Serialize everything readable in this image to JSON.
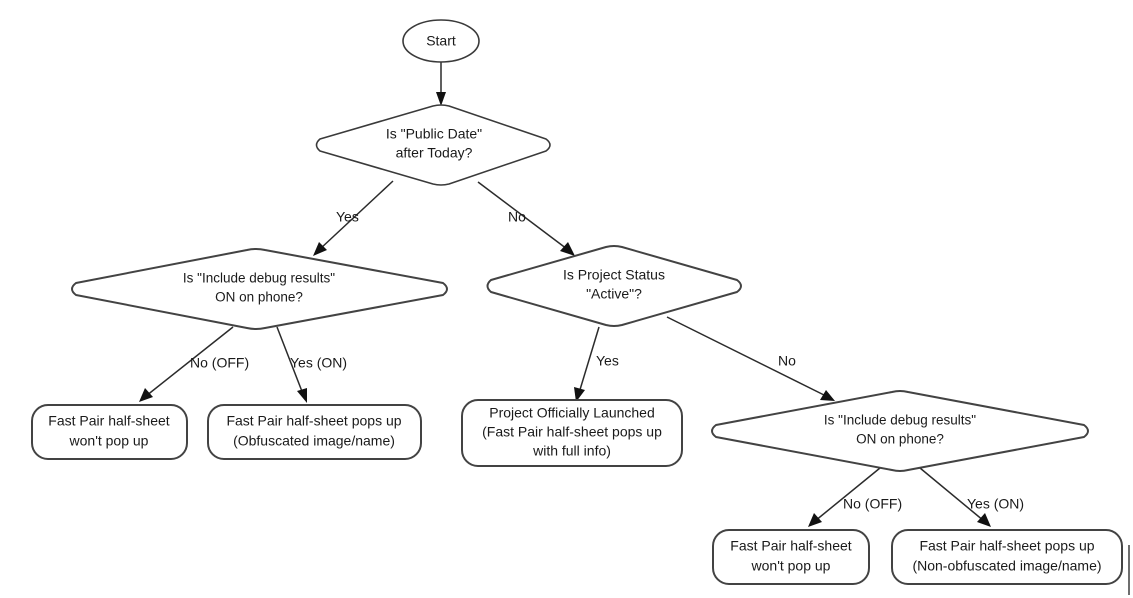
{
  "diagram": {
    "type": "flowchart",
    "title": "Fast Pair half-sheet decision flow",
    "background_color": "#ffffff",
    "stroke_color": "#2b2b2b",
    "text_color": "#1a1a1a"
  },
  "nodes": {
    "start": {
      "shape": "ellipse",
      "label": "Start"
    },
    "public_date": {
      "shape": "diamond",
      "line1": "Is \"Public Date\"",
      "line2": "after Today?"
    },
    "debug_left": {
      "shape": "diamond",
      "line1": "Is \"Include debug results\"",
      "line2": "ON on phone?"
    },
    "project_status": {
      "shape": "diamond",
      "line1": "Is Project Status",
      "line2": "\"Active\"?"
    },
    "debug_right": {
      "shape": "diamond",
      "line1": "Is \"Include debug results\"",
      "line2": "ON on phone?"
    },
    "result_left_off": {
      "shape": "rounded-rect",
      "line1": "Fast Pair half-sheet",
      "line2": "won't pop up"
    },
    "result_left_on": {
      "shape": "rounded-rect",
      "line1": "Fast Pair half-sheet pops up",
      "line2": "(Obfuscated image/name)"
    },
    "result_launched": {
      "shape": "rounded-rect",
      "line1": "Project Officially Launched",
      "line2": "(Fast Pair half-sheet pops up",
      "line3": "with full info)"
    },
    "result_right_off": {
      "shape": "rounded-rect",
      "line1": "Fast Pair half-sheet",
      "line2": "won't pop up"
    },
    "result_right_on": {
      "shape": "rounded-rect",
      "line1": "Fast Pair half-sheet pops up",
      "line2": "(Non-obfuscated image/name)"
    }
  },
  "edge_labels": {
    "public_date_yes": "Yes",
    "public_date_no": "No",
    "debug_left_off": "No (OFF)",
    "debug_left_on": "Yes (ON)",
    "project_status_yes": "Yes",
    "project_status_no": "No",
    "debug_right_off": "No (OFF)",
    "debug_right_on": "Yes (ON)"
  }
}
